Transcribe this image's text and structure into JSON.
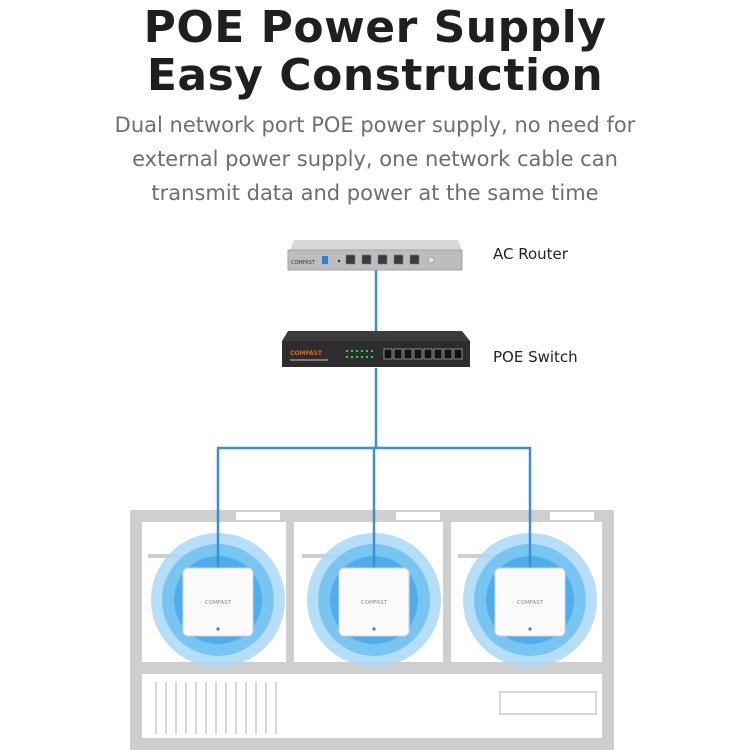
{
  "header": {
    "title_line1": "POE Power Supply",
    "title_line2": "Easy Construction",
    "subtitle_lines": [
      "Dual network port POE power supply, no need for",
      "external power supply, one network cable can",
      "transmit data and power at the same time"
    ]
  },
  "devices": {
    "router_label": "AC Router",
    "switch_label": "POE Switch",
    "router_brand": "COMFAST",
    "switch_brand": "COMFAST",
    "access_point_brand": "COMFAST"
  },
  "colors": {
    "cable": "#3a8fd6",
    "signal_outer": "#a9d8f5",
    "signal_mid": "#6ec1f0",
    "signal_inner": "#3aa4e8",
    "wall": "#cfcfcf",
    "router_body": "#b9b9b9",
    "switch_body": "#2d2d2d",
    "switch_accent": "#e0621e",
    "ap_body": "#fafafa",
    "led": "#2f7de1"
  },
  "access_points": 3
}
